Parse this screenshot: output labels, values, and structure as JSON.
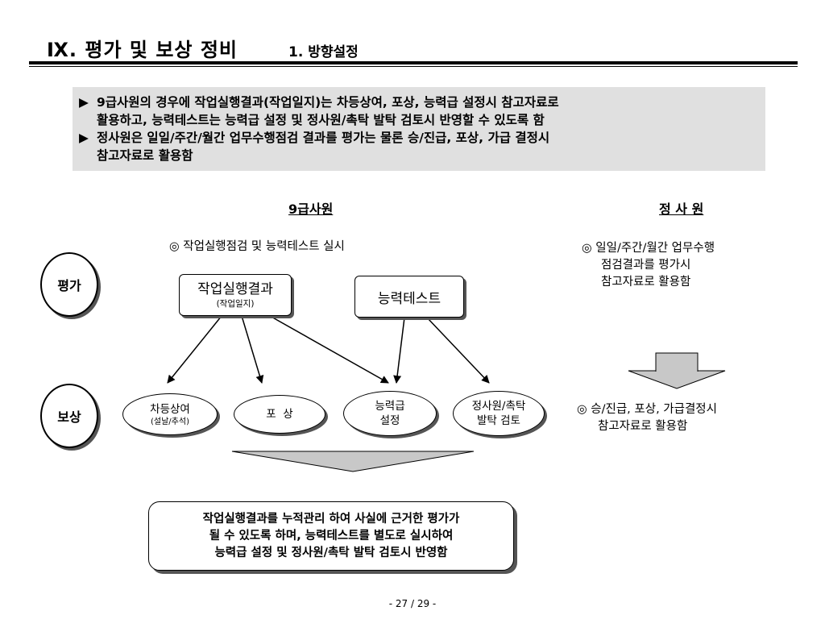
{
  "header": {
    "title": "Ⅸ. 평가 및 보상 정비",
    "subtitle": "1. 방향설정"
  },
  "summary": {
    "bullet1_line1": "9급사원의 경우에 작업실행결과(작업일지)는 차등상여, 포상, 능력급 설정시 참고자료로",
    "bullet1_line2": "활용하고, 능력테스트는 능력급 설정 및 정사원/촉탁 발탁 검토시 반영할 수 있도록 함",
    "bullet2_line1": "정사원은 일일/주간/월간 업무수행점검 결과를 평가는 물론 승/진급, 포상, 가급 결정시",
    "bullet2_line2": "참고자료로 활용함",
    "bullet_mark": "▶"
  },
  "left_column": {
    "heading": "9급사원",
    "eval_note": "◎ 작업실행점검 및 능력테스트 실시",
    "box_work_result": "작업실행결과",
    "box_work_result_sub": "(작업일지)",
    "box_ability_test": "능력테스트",
    "reward_bonus": "차등상여",
    "reward_bonus_sub": "(설날/추석)",
    "reward_award": "포  상",
    "reward_pay_line1": "능력급",
    "reward_pay_line2": "설정",
    "reward_promo_line1": "정사원/촉탁",
    "reward_promo_line2": "발탁 검토"
  },
  "right_column": {
    "heading": "정 사 원",
    "eval_note_line1": "◎ 일일/주간/월간 업무수행",
    "eval_note_line2": "점검결과를 평가시",
    "eval_note_line3": "참고자료로 활용함",
    "reward_note_line1": "◎ 승/진급, 포상, 가급결정시",
    "reward_note_line2": "참고자료로 활용함"
  },
  "row_labels": {
    "evaluation": "평가",
    "reward": "보상"
  },
  "result": {
    "line1": "작업실행결과를 누적관리 하여 사실에 근거한 평가가",
    "line2": "될 수 있도록 하며, 능력테스트를 별도로 실시하여",
    "line3": "능력급 설정 및 정사원/촉탁 발탁 검토시 반영함"
  },
  "footer": {
    "page": "- 27 / 29 -"
  },
  "colors": {
    "summary_bg": "#e0e0e0",
    "arrow_fill": "#c8c8c8",
    "shadow": "#555555"
  }
}
